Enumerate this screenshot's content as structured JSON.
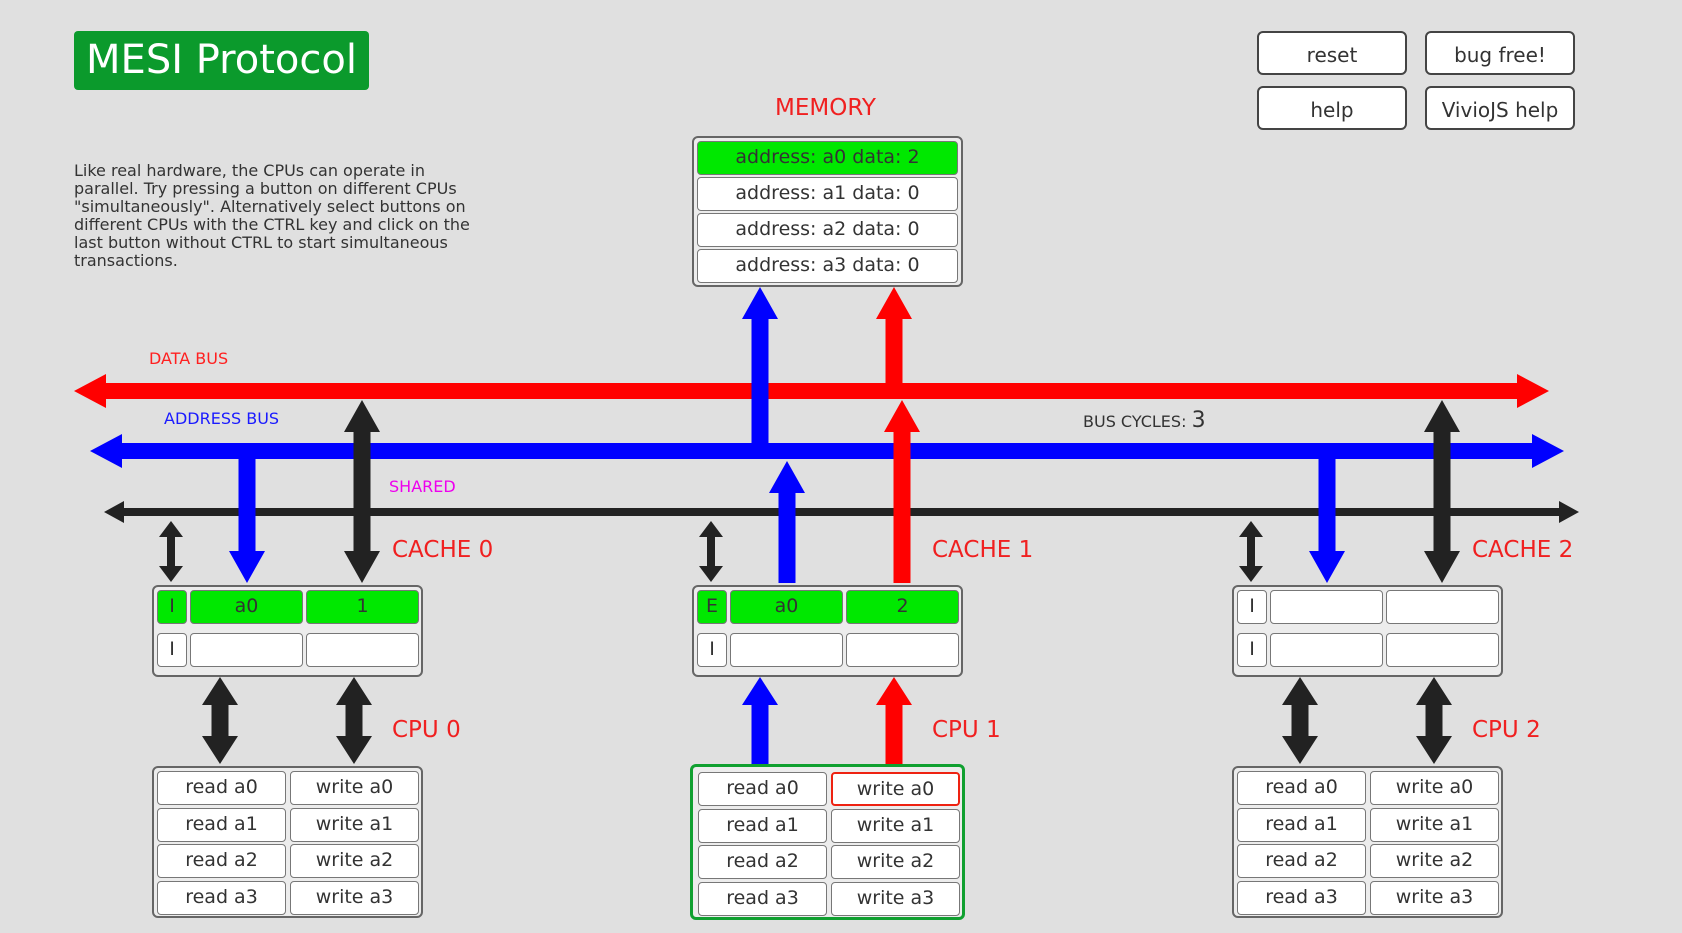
{
  "title": "MESI Protocol",
  "description": "Like real hardware, the CPUs can operate in parallel. Try pressing a button on different CPUs \"simultaneously\". Alternatively select buttons on different CPUs with the CTRL key and click on the last button without CTRL to start simultaneous transactions.",
  "buttons": {
    "reset": "reset",
    "bug_free": "bug free!",
    "help": "help",
    "viviojs_help": "VivioJS help"
  },
  "memory": {
    "label": "MEMORY",
    "rows": [
      "address: a0 data: 2",
      "address: a1 data: 0",
      "address: a2 data: 0",
      "address: a3 data: 0"
    ],
    "highlighted_row": 0
  },
  "buses": {
    "data_bus_label": "DATA BUS",
    "address_bus_label": "ADDRESS BUS",
    "shared_label": "SHARED",
    "bus_cycles_label": "BUS CYCLES:",
    "bus_cycles_value": "3"
  },
  "caches": [
    {
      "label": "CACHE 0",
      "lines": [
        {
          "state": "I",
          "addr": "a0",
          "data": "1",
          "highlight": true
        },
        {
          "state": "I",
          "addr": "",
          "data": "",
          "highlight": false
        }
      ]
    },
    {
      "label": "CACHE 1",
      "lines": [
        {
          "state": "E",
          "addr": "a0",
          "data": "2",
          "highlight": true
        },
        {
          "state": "I",
          "addr": "",
          "data": "",
          "highlight": false
        }
      ]
    },
    {
      "label": "CACHE 2",
      "lines": [
        {
          "state": "I",
          "addr": "",
          "data": "",
          "highlight": false
        },
        {
          "state": "I",
          "addr": "",
          "data": "",
          "highlight": false
        }
      ]
    }
  ],
  "cpus": [
    {
      "label": "CPU 0",
      "reads": [
        "read a0",
        "read a1",
        "read a2",
        "read a3"
      ],
      "writes": [
        "write a0",
        "write a1",
        "write a2",
        "write a3"
      ],
      "active": false,
      "selected": ""
    },
    {
      "label": "CPU 1",
      "reads": [
        "read a0",
        "read a1",
        "read a2",
        "read a3"
      ],
      "writes": [
        "write a0",
        "write a1",
        "write a2",
        "write a3"
      ],
      "active": true,
      "selected": "write a0"
    },
    {
      "label": "CPU 2",
      "reads": [
        "read a0",
        "read a1",
        "read a2",
        "read a3"
      ],
      "writes": [
        "write a0",
        "write a1",
        "write a2",
        "write a3"
      ],
      "active": false,
      "selected": ""
    }
  ],
  "colors": {
    "data_bus": "#ff0000",
    "address_bus": "#0000ff",
    "shared_bus": "#222222",
    "shared_label": "#ee00ee",
    "highlight": "#00e800",
    "title_bg": "#0b9a2c",
    "active_cpu_border": "#10a030"
  }
}
